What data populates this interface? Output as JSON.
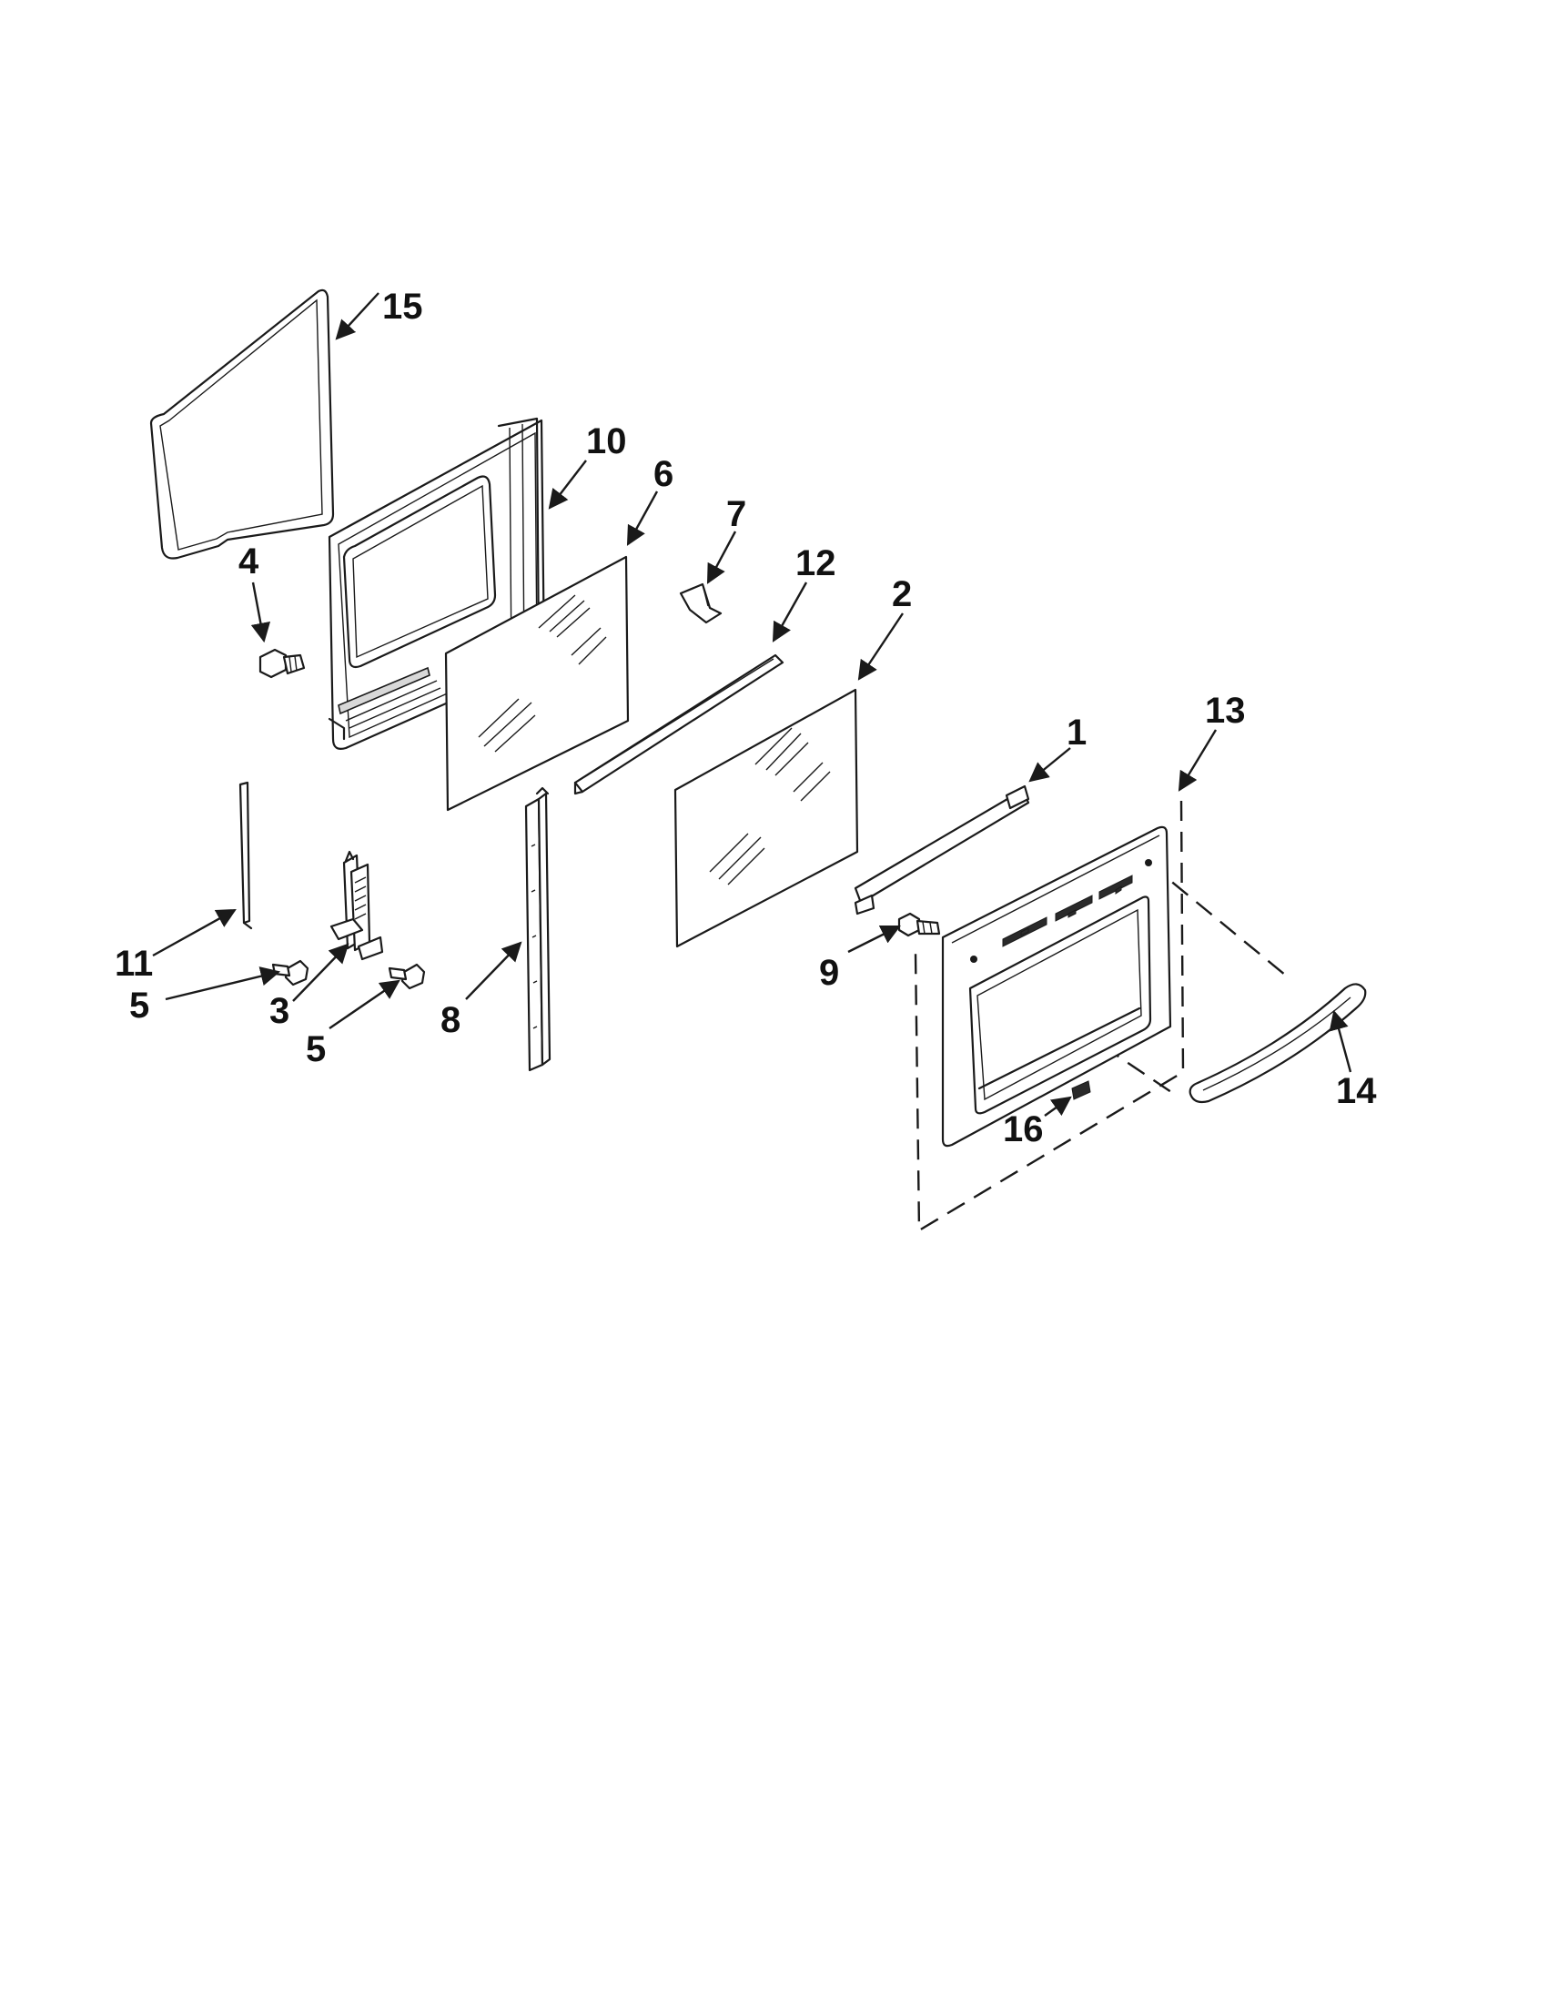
{
  "diagram": {
    "callouts": [
      {
        "id": "c15",
        "label": "15"
      },
      {
        "id": "c10",
        "label": "10"
      },
      {
        "id": "c6",
        "label": "6"
      },
      {
        "id": "c7",
        "label": "7"
      },
      {
        "id": "c12",
        "label": "12"
      },
      {
        "id": "c4",
        "label": "4"
      },
      {
        "id": "c2",
        "label": "2"
      },
      {
        "id": "c13",
        "label": "13"
      },
      {
        "id": "c1",
        "label": "1"
      },
      {
        "id": "c11",
        "label": "11"
      },
      {
        "id": "c5a",
        "label": "5"
      },
      {
        "id": "c3",
        "label": "3"
      },
      {
        "id": "c5b",
        "label": "5"
      },
      {
        "id": "c8",
        "label": "8"
      },
      {
        "id": "c9",
        "label": "9"
      },
      {
        "id": "c14",
        "label": "14"
      },
      {
        "id": "c16",
        "label": "16"
      }
    ]
  }
}
